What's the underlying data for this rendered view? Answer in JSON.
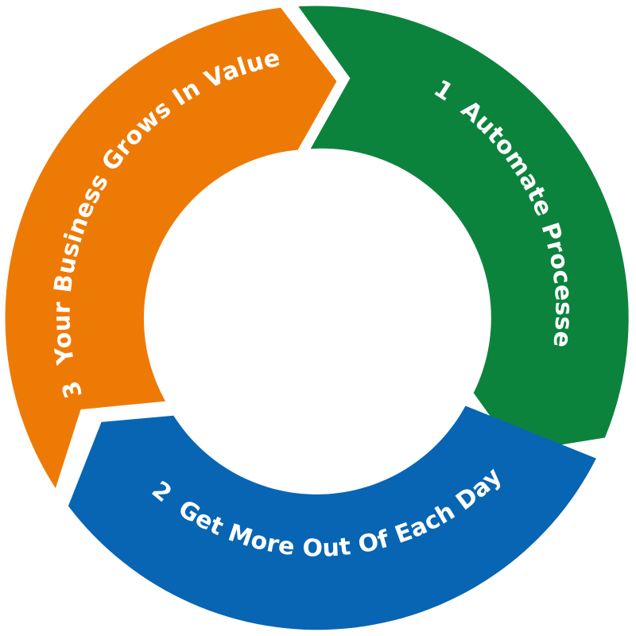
{
  "diagram": {
    "segments": [
      {
        "number": "1",
        "label": "Automate Processes",
        "color": "#0b833d"
      },
      {
        "number": "2",
        "label": "Get More Out Of Each Day",
        "color": "#0765b3"
      },
      {
        "number": "3",
        "label": "Your Business Grows In Value",
        "color": "#ee7a06"
      }
    ]
  }
}
